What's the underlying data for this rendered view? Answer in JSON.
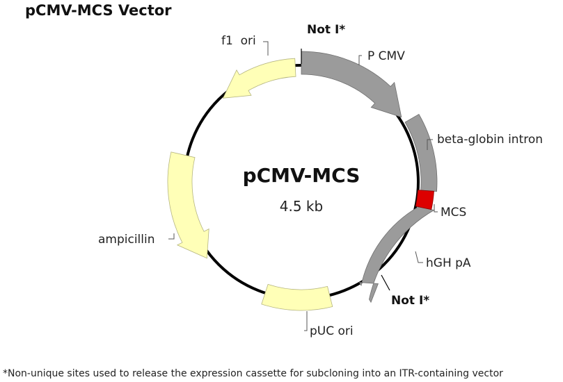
{
  "title": "pCMV-MCS Vector",
  "plasmid": {
    "name": "pCMV-MCS",
    "size": "4.5 kb"
  },
  "features": {
    "f1_ori": "f1  ori",
    "p_cmv": "P CMV",
    "beta_globin_intron": "beta-globin intron",
    "mcs": "MCS",
    "hgh_pa": "hGH pA",
    "puc_ori": "pUC ori",
    "ampicillin": "ampicillin"
  },
  "sites": {
    "not1_top": "Not I*",
    "not1_bottom": "Not I*"
  },
  "footnote": "*Non-unique sites used to release the expression cassette for subcloning into an ITR-containing vector",
  "colors": {
    "backbone": "#000000",
    "promoter_cassette": "#9b9b9b",
    "backbone_features": "#ffffb7",
    "mcs": "#dd0000"
  }
}
